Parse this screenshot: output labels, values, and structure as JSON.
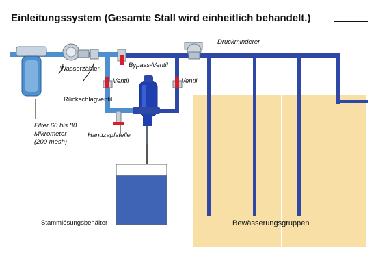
{
  "title": "Einleitungssystem (Gesamte Stall wird einheitlich behandelt.)",
  "labels": {
    "wasserzaehler": "Wasserzähler",
    "rueckschlagventil": "Rückschlagventil",
    "filter_line1": "Filter 60 bis 80",
    "filter_line2": "Mikrometer",
    "filter_line3": "(200 mesh)",
    "bypass_ventil": "Bypass-Ventil",
    "ventil_left": "Ventil",
    "ventil_right": "Ventil",
    "handzapfstelle": "Handzapfstelle",
    "druckminderer": "Druckminderer",
    "stammloesungsbehaelter": "Stammlösungsbehälter",
    "bewaesserungsgruppen": "Bewässerungsgruppen"
  },
  "colors": {
    "pipe": "#2f48a8",
    "water": "#4e8fd0",
    "field": "#f7dfa6",
    "tank_water": "#3f63b5",
    "valve_red": "#d81e2a",
    "dosatron": "#1f3fb0"
  }
}
